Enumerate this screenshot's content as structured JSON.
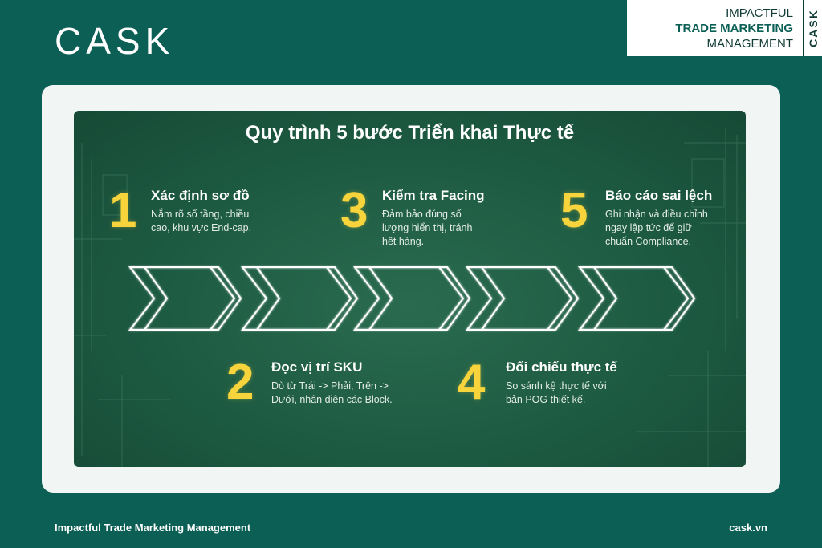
{
  "brand": {
    "logo": "CASK"
  },
  "badge": {
    "line1": "IMPACTFUL",
    "line2": "TRADE MARKETING",
    "line3": "MANAGEMENT",
    "side": "CASK"
  },
  "infographic": {
    "title": "Quy trình 5 bước Triển khai Thực tế",
    "steps": [
      {
        "number": "1",
        "title": "Xác định sơ đồ",
        "desc": "Nắm rõ số tầng, chiều\ncao, khu vực End-cap."
      },
      {
        "number": "2",
        "title": "Đọc vị trí SKU",
        "desc": "Dò từ Trái -> Phải, Trên ->\nDưới, nhận diện các Block."
      },
      {
        "number": "3",
        "title": "Kiểm tra Facing",
        "desc": "Đảm bảo đúng số\nlượng hiển thị, tránh\nhết hàng."
      },
      {
        "number": "4",
        "title": "Đối chiếu thực tế",
        "desc": "So sánh kệ thực tế với\nbản POG thiết kế."
      },
      {
        "number": "5",
        "title": "Báo cáo sai lệch",
        "desc": "Ghi nhận và điều chỉnh\nngay lập tức để giữ\nchuẩn Compliance."
      }
    ]
  },
  "footer": {
    "left": "Impactful Trade Marketing Management",
    "right": "cask.vn"
  },
  "colors": {
    "page_bg": "#0c5f55",
    "board_bg": "#1d5a42",
    "accent_yellow": "#f7d43b"
  }
}
